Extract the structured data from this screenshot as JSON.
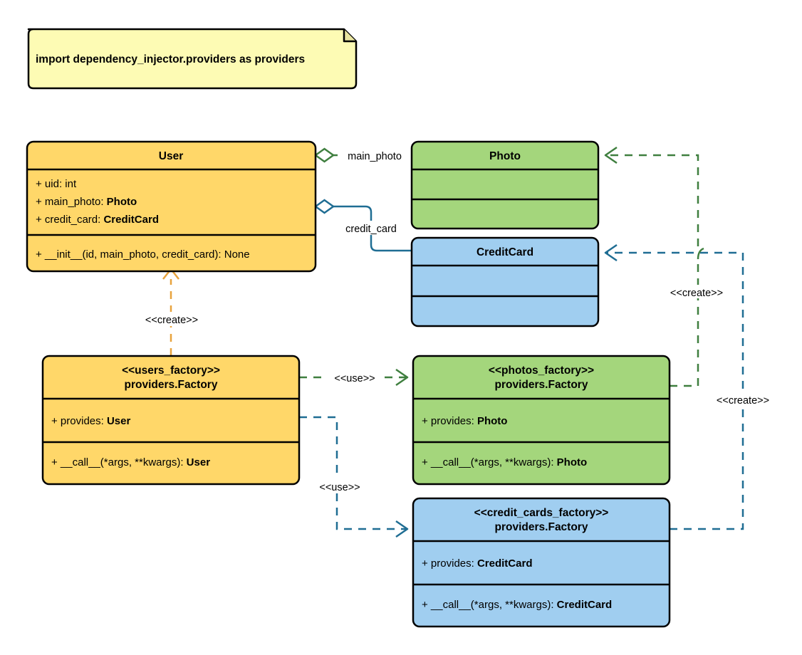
{
  "diagram": {
    "type": "uml-class-diagram",
    "title": "dependency_injector providers factory diagram",
    "colors": {
      "yellow_fill": "#FFD769",
      "green_fill": "#A4D67C",
      "blue_fill": "#A0CEF0",
      "note_fill": "#FDFBB4",
      "outline": "#000000",
      "green_link": "#3F7F3F",
      "blue_link": "#1F6D93",
      "orange_link": "#E8A33D",
      "background": "#FFFFFF"
    }
  },
  "note": {
    "text": "import dependency_injector.providers as providers"
  },
  "classes": {
    "user": {
      "name": "User",
      "attributes": [
        {
          "prefix": "+ uid: ",
          "type": "int",
          "type_bold": false
        },
        {
          "prefix": "+ main_photo: ",
          "type": "Photo",
          "type_bold": true
        },
        {
          "prefix": "+ credit_card: ",
          "type": "CreditCard",
          "type_bold": true
        }
      ],
      "methods": [
        {
          "prefix": "+ __init__(id, main_photo, credit_card): ",
          "type": "None",
          "type_bold": false
        }
      ]
    },
    "photo": {
      "name": "Photo",
      "attributes": [],
      "methods": []
    },
    "credit_card": {
      "name": "CreditCard",
      "attributes": [],
      "methods": []
    },
    "users_factory": {
      "stereotype": "<<users_factory>>",
      "name": "providers.Factory",
      "attributes": [
        {
          "prefix": "+ provides: ",
          "type": "User",
          "type_bold": true
        }
      ],
      "methods": [
        {
          "prefix": "+ __call__(*args, **kwargs): ",
          "type": "User",
          "type_bold": true
        }
      ]
    },
    "photos_factory": {
      "stereotype": "<<photos_factory>>",
      "name": "providers.Factory",
      "attributes": [
        {
          "prefix": "+ provides: ",
          "type": "Photo",
          "type_bold": true
        }
      ],
      "methods": [
        {
          "prefix": "+ __call__(*args, **kwargs): ",
          "type": "Photo",
          "type_bold": true
        }
      ]
    },
    "credit_cards_factory": {
      "stereotype": "<<credit_cards_factory>>",
      "name": "providers.Factory",
      "attributes": [
        {
          "prefix": "+ provides: ",
          "type": "CreditCard",
          "type_bold": true
        }
      ],
      "methods": [
        {
          "prefix": "+ __call__(*args, **kwargs): ",
          "type": "CreditCard",
          "type_bold": true
        }
      ]
    }
  },
  "edges": {
    "user_main_photo": {
      "label": "main_photo",
      "from": "User",
      "to": "Photo",
      "kind": "aggregation",
      "color": "#3F7F3F"
    },
    "user_credit_card": {
      "label": "credit_card",
      "from": "User",
      "to": "CreditCard",
      "kind": "aggregation",
      "color": "#1F6D93"
    },
    "users_factory_creates_user": {
      "label": "<<create>>",
      "from": "users_factory",
      "to": "User",
      "kind": "dependency",
      "color": "#E8A33D"
    },
    "users_factory_uses_photos_factory": {
      "label": "<<use>>",
      "from": "users_factory",
      "to": "photos_factory",
      "kind": "dependency",
      "color": "#3F7F3F"
    },
    "users_factory_uses_credit_cards_factory": {
      "label": "<<use>>",
      "from": "users_factory",
      "to": "credit_cards_factory",
      "kind": "dependency",
      "color": "#1F6D93"
    },
    "photos_factory_creates_photo": {
      "label": "<<create>>",
      "from": "photos_factory",
      "to": "Photo",
      "kind": "dependency",
      "color": "#3F7F3F"
    },
    "credit_cards_factory_creates_credit_card": {
      "label": "<<create>>",
      "from": "credit_cards_factory",
      "to": "CreditCard",
      "kind": "dependency",
      "color": "#1F6D93"
    }
  }
}
